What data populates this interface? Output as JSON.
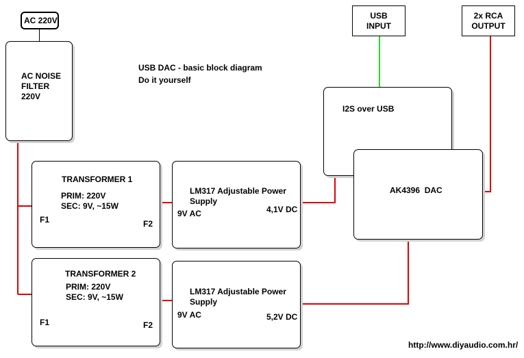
{
  "diagram": {
    "title": "USB DAC - basic block diagram",
    "subtitle": "Do it yourself",
    "footer_url": "http://www.diyaudio.com.hr/",
    "colors": {
      "power_wire": "#dd0000",
      "signal_wire": "#22dd22",
      "box_border": "#000000",
      "shadow": "#d2d2d2"
    }
  },
  "nodes": {
    "ac_input": {
      "label": "AC 220V"
    },
    "noise_filter": {
      "label": "AC NOISE\nFILTER\n220V"
    },
    "usb_input": {
      "label": "USB\nINPUT"
    },
    "rca_output": {
      "label": "2x RCA\nOUTPUT"
    },
    "i2s_usb": {
      "label": "I2S over USB"
    },
    "dac": {
      "label": "AK4396  DAC"
    },
    "transformer1": {
      "title": "TRANSFORMER 1",
      "specs": "PRIM: 220V\nSEC: 9V, ~15W",
      "f1": "F1",
      "f2": "F2"
    },
    "transformer2": {
      "title": "TRANSFORMER 2",
      "specs": "PRIM: 220V\nSEC: 9V, ~15W",
      "f1": "F1",
      "f2": "F2"
    },
    "psu1": {
      "title": "LM317 Adjustable Power\nSupply",
      "input": "9V AC",
      "output": "4,1V DC"
    },
    "psu2": {
      "title": "LM317 Adjustable Power\nSupply",
      "input": "9V AC",
      "output": "5,2V DC"
    }
  }
}
